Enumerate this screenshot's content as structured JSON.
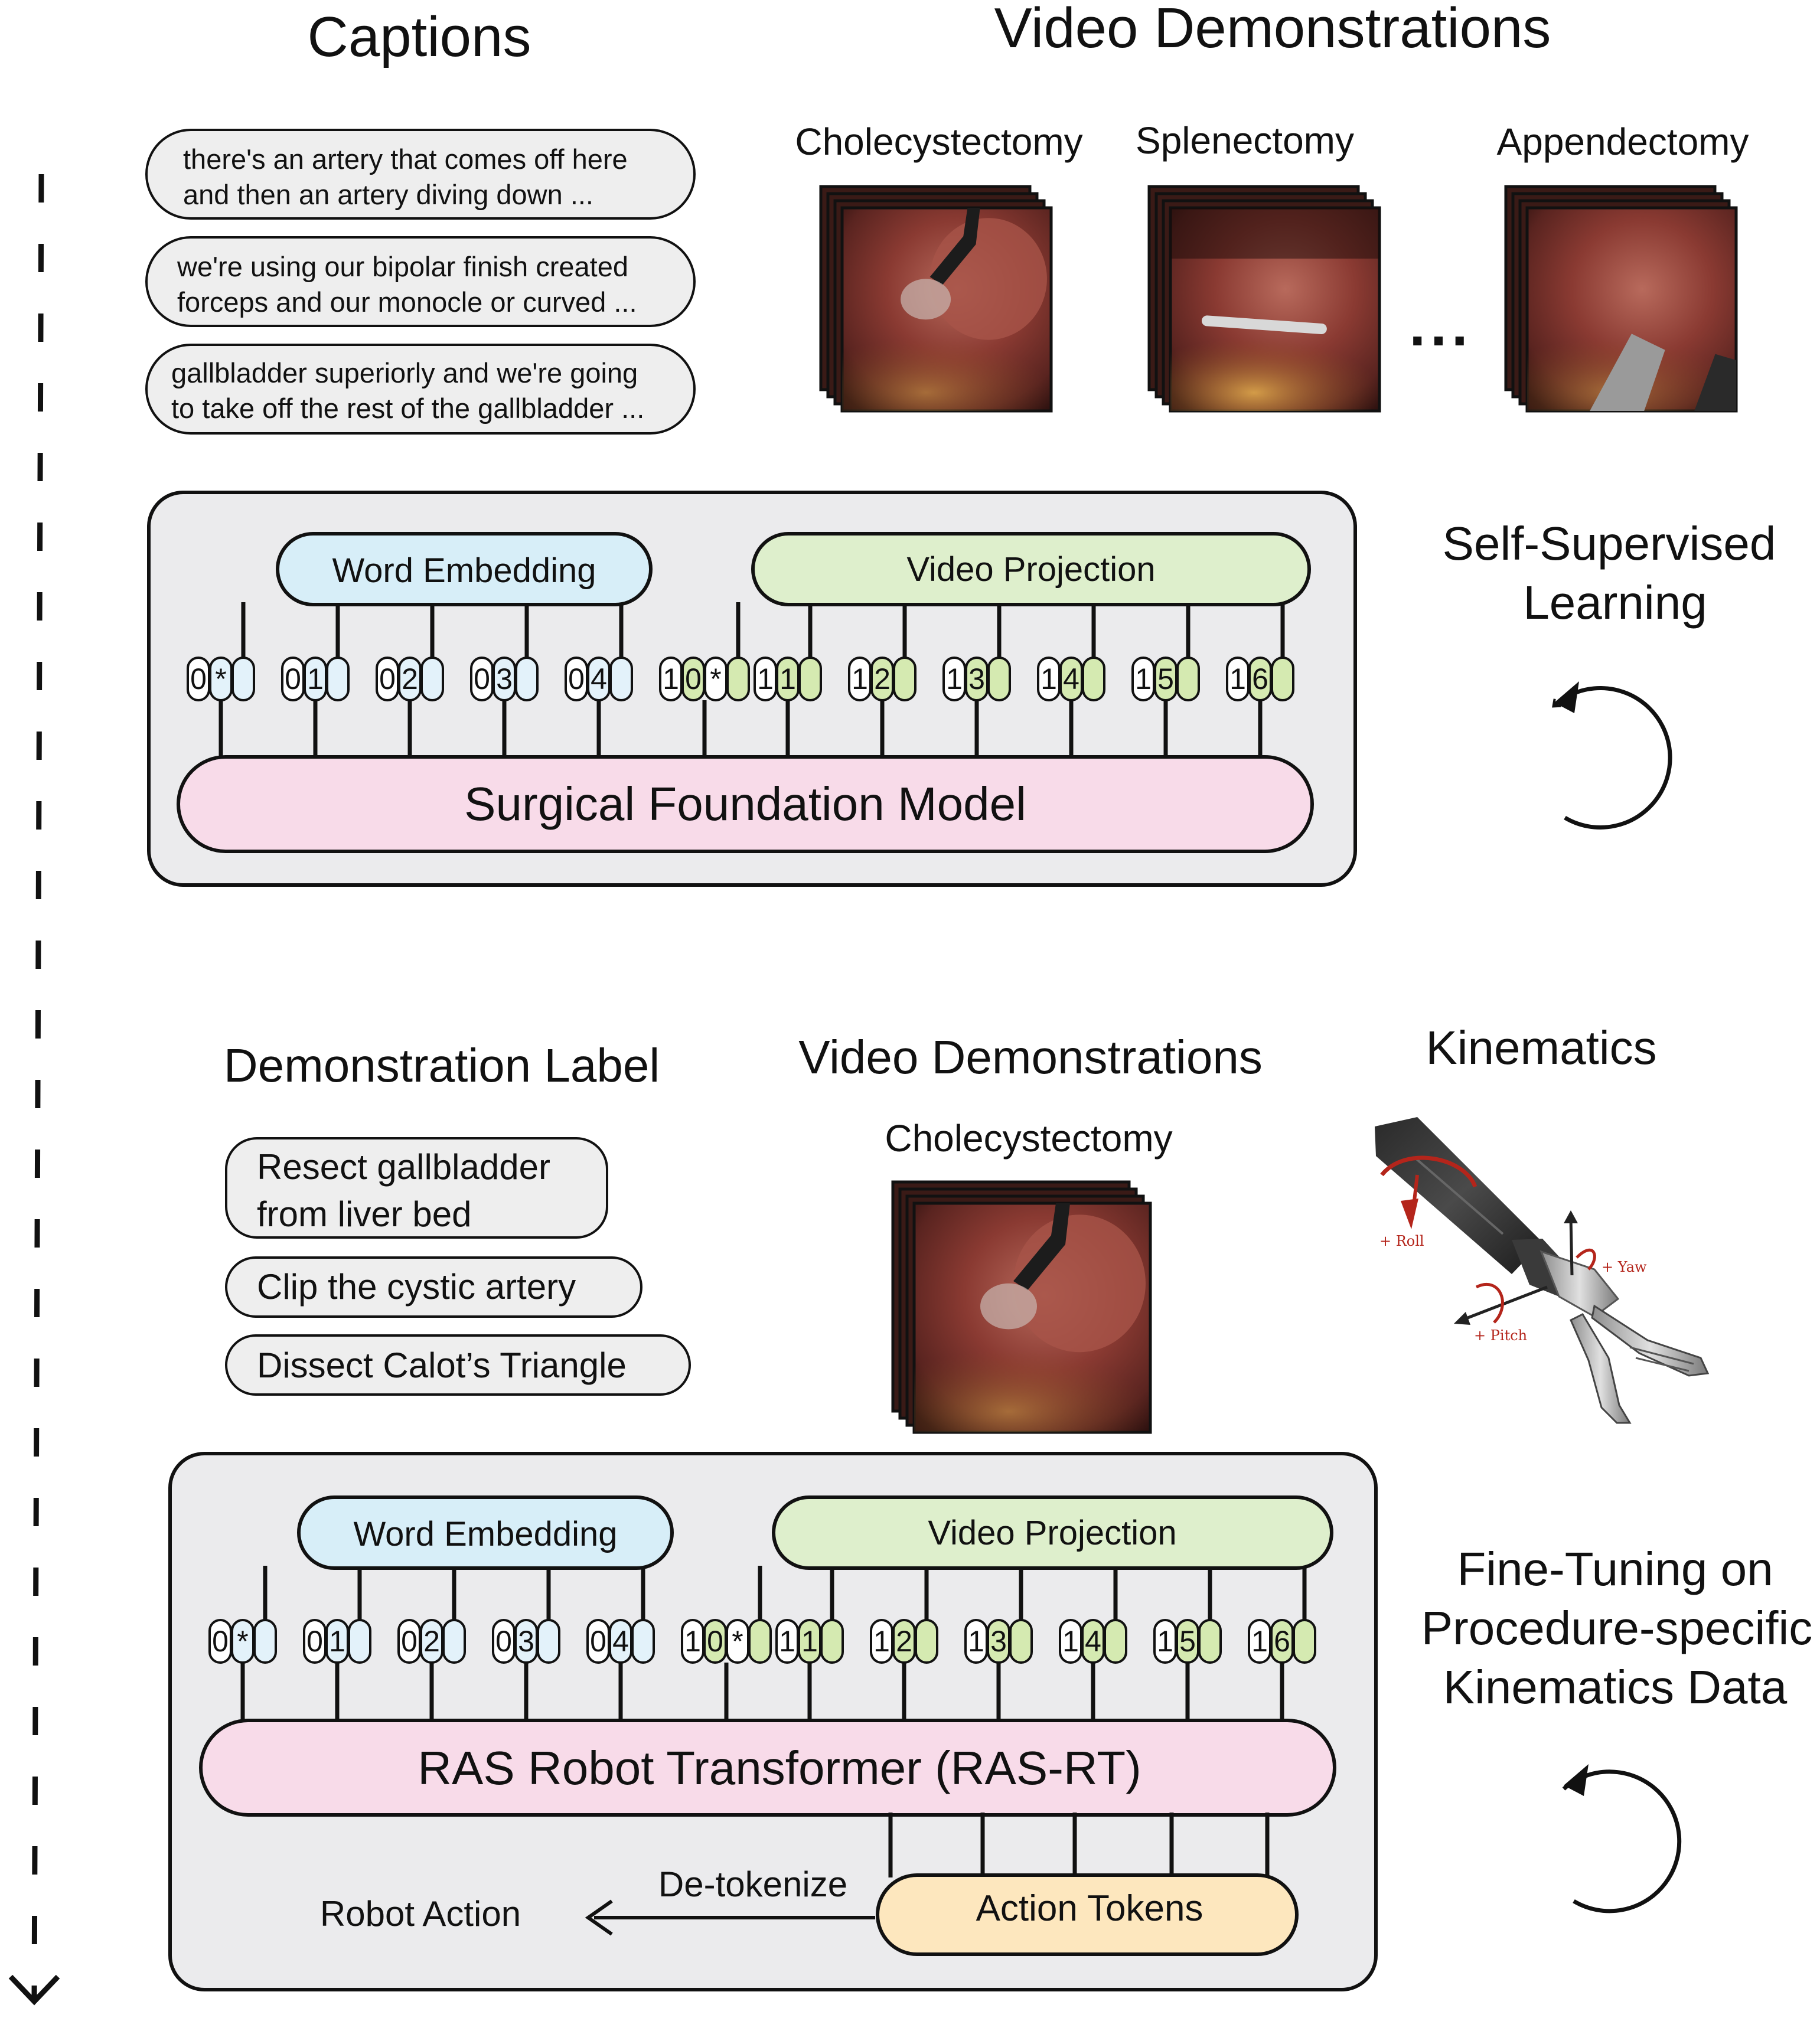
{
  "top": {
    "captions_title": "Captions",
    "videos_title": "Video Demonstrations",
    "captions": [
      {
        "line1": "there's an artery that comes off here",
        "line2": "and then an artery diving down ..."
      },
      {
        "line1": "we're using our bipolar finish created",
        "line2": "forceps and our monocle or curved ..."
      },
      {
        "line1": "gallbladder superiorly and we're going",
        "line2": "to take off the rest of the gallbladder ..."
      }
    ],
    "procedures": [
      "Cholecystectomy",
      "Splenectomy",
      "Appendectomy"
    ],
    "ellipsis": "...",
    "word_embedding": "Word Embedding",
    "video_projection": "Video Projection",
    "model": "Surgical Foundation Model",
    "side_label_line1": "Self-Supervised",
    "side_label_line2": "Learning"
  },
  "bottom": {
    "label_title": "Demonstration Label",
    "videos_title": "Video Demonstrations",
    "kinematics_title": "Kinematics",
    "procedure": "Cholecystectomy",
    "labels": [
      {
        "line1": "Resect gallbladder",
        "line2": "from liver bed"
      },
      {
        "line1": "Clip the cystic artery",
        "line2": ""
      },
      {
        "line1": "Dissect Calot’s Triangle",
        "line2": ""
      }
    ],
    "kinematics_labels": {
      "roll": "+ Roll",
      "yaw": "+ Yaw",
      "pitch": "+ Pitch"
    },
    "word_embedding": "Word Embedding",
    "video_projection": "Video Projection",
    "model": "RAS Robot Transformer (RAS-RT)",
    "action_tokens": "Action Tokens",
    "detokenize": "De-tokenize",
    "robot_action": "Robot Action",
    "side_label_line1": "Fine-Tuning on",
    "side_label_line2": "Procedure-specific",
    "side_label_line3": "Kinematics Data"
  },
  "tokens": [
    {
      "a": "0",
      "b": "*",
      "group": "text"
    },
    {
      "a": "0",
      "b": "1",
      "group": "text"
    },
    {
      "a": "0",
      "b": "2",
      "group": "text"
    },
    {
      "a": "0",
      "b": "3",
      "group": "text"
    },
    {
      "a": "0",
      "b": "4",
      "group": "text"
    },
    {
      "a": "1",
      "b": "0",
      "c": "*",
      "group": "video"
    },
    {
      "a": "1",
      "b": "1",
      "group": "video"
    },
    {
      "a": "1",
      "b": "2",
      "group": "video"
    },
    {
      "a": "1",
      "b": "3",
      "group": "video"
    },
    {
      "a": "1",
      "b": "4",
      "group": "video"
    },
    {
      "a": "1",
      "b": "5",
      "group": "video"
    },
    {
      "a": "1",
      "b": "6",
      "group": "video"
    }
  ],
  "colors": {
    "panel": "#ebebed",
    "word_embedding": "#d7eef8",
    "video_projection": "#deefcc",
    "model": "#f8dbe9",
    "action_tokens": "#fde7be",
    "token_text": "#e3f2fa",
    "token_video": "#d5eab1",
    "bubble": "#eeeeee"
  }
}
